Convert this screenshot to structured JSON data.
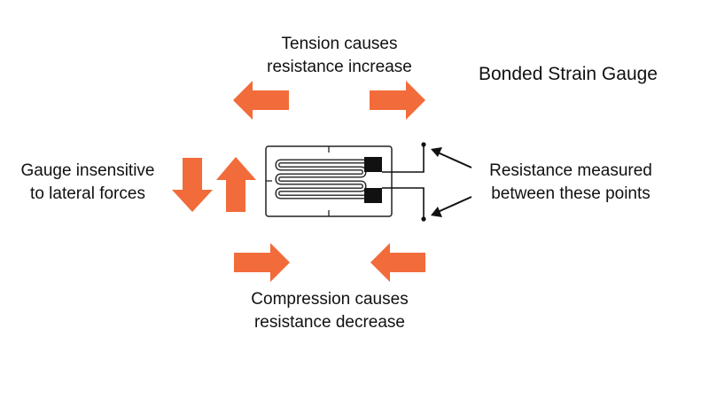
{
  "title": "Bonded Strain Gauge",
  "labels": {
    "tension": {
      "line1": "Tension causes",
      "line2": "resistance increase"
    },
    "lateral": {
      "line1": "Gauge insensitive",
      "line2": "to lateral forces"
    },
    "measure": {
      "line1": "Resistance measured",
      "line2": "between these points"
    },
    "compression": {
      "line1": "Compression causes",
      "line2": "resistance decrease"
    }
  },
  "colors": {
    "arrow": "#f26b3a",
    "text": "#111111"
  },
  "icons": [
    "arrow-left-icon",
    "arrow-right-icon",
    "arrow-down-icon",
    "arrow-up-icon"
  ]
}
